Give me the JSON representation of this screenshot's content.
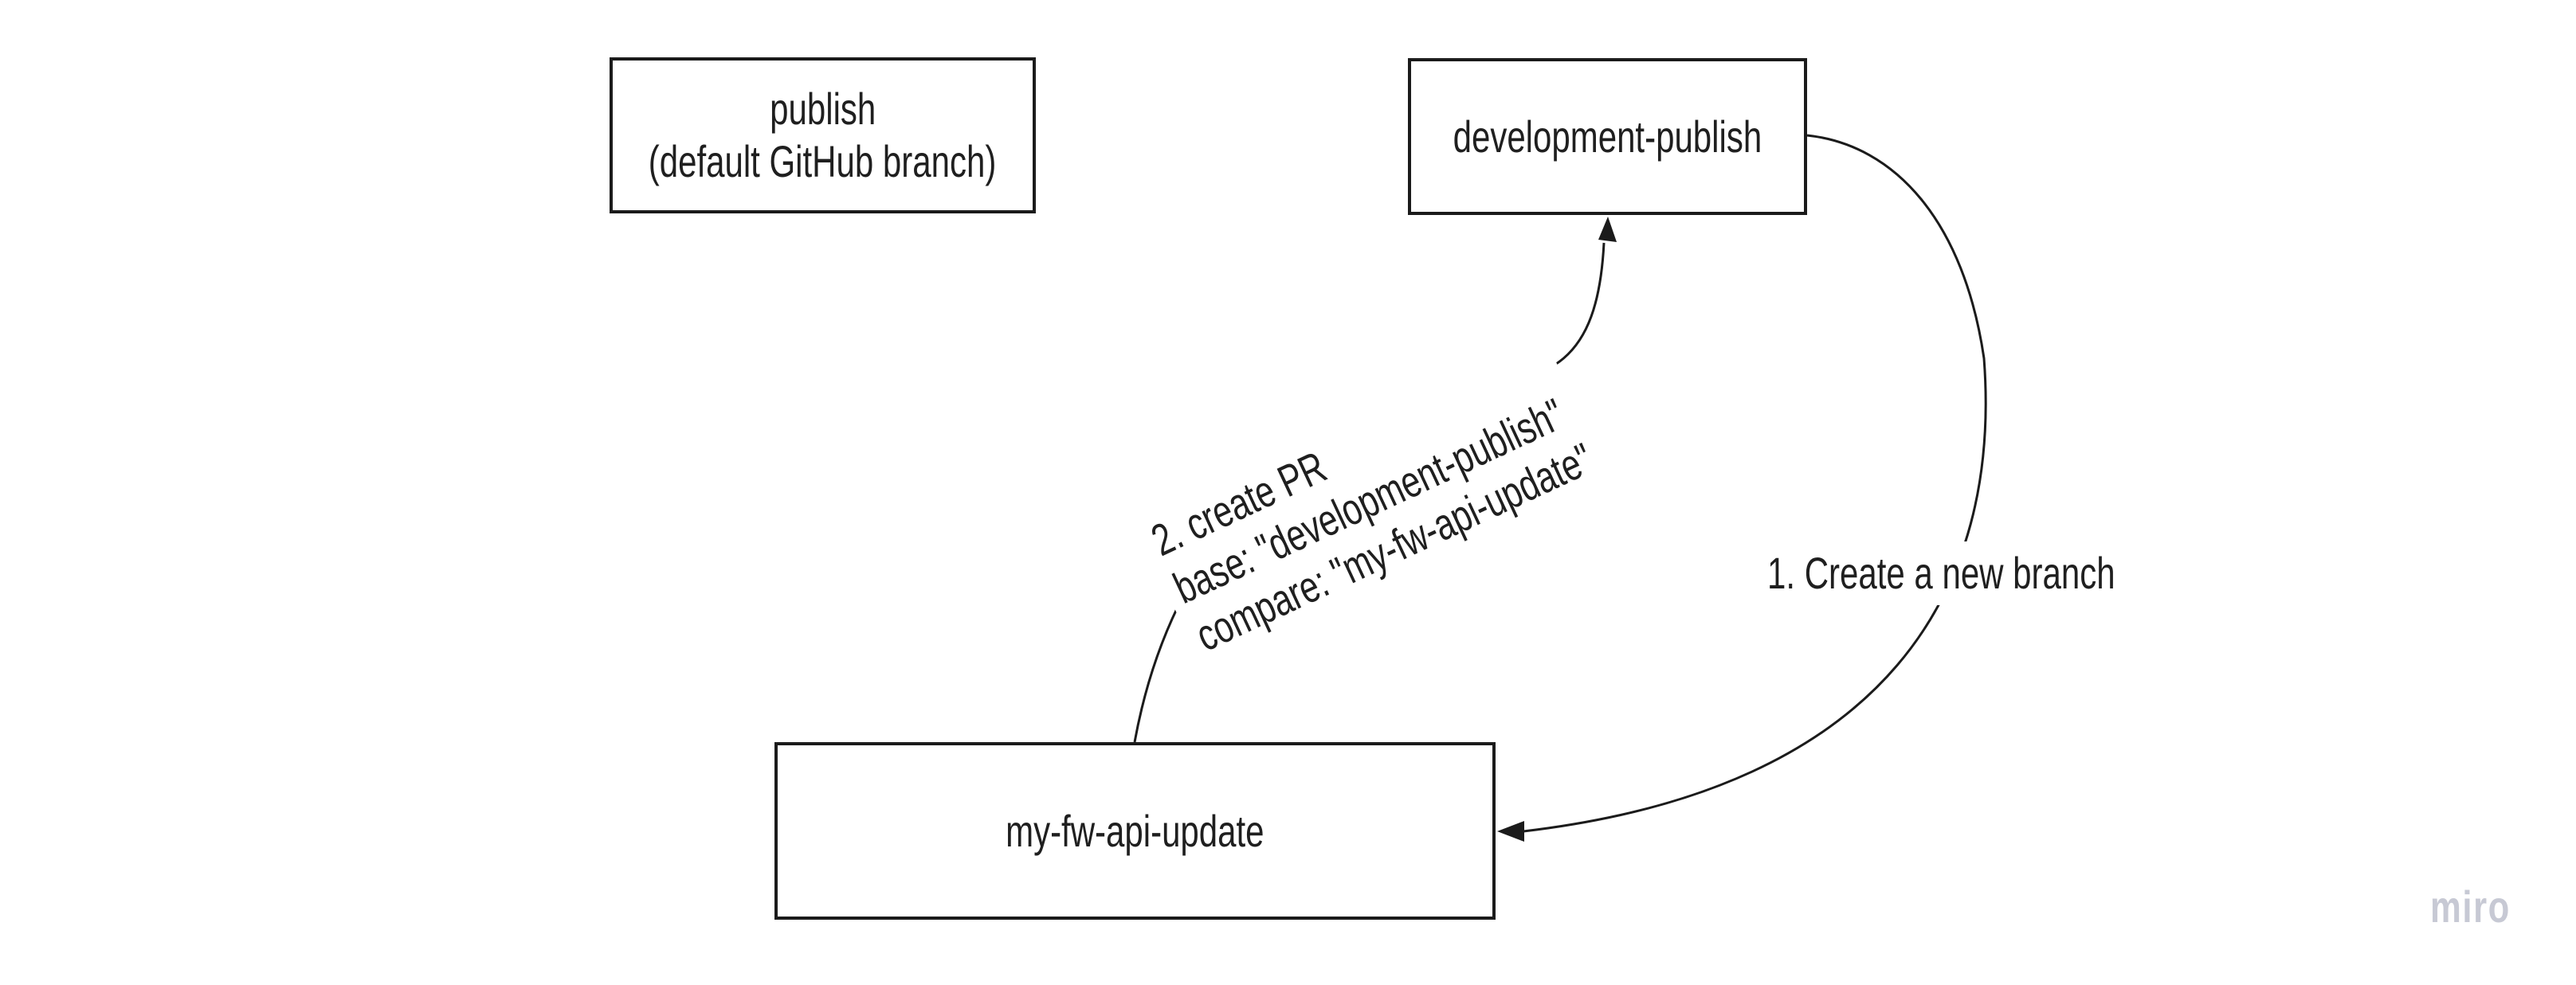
{
  "diagram": {
    "nodes": [
      {
        "id": "publish",
        "title": "publish",
        "subtitle": "(default GitHub branch)"
      },
      {
        "id": "development-publish",
        "title": "development-publish"
      },
      {
        "id": "my-fw-api-update",
        "title": "my-fw-api-update"
      }
    ],
    "edges": [
      {
        "id": "create-branch",
        "from": "development-publish",
        "to": "my-fw-api-update",
        "label": "1. Create a new branch"
      },
      {
        "id": "create-pr",
        "from": "my-fw-api-update",
        "to": "development-publish",
        "label_lines": [
          "2. create PR",
          "base: \"development-publish\"",
          "compare: \"my-fw-api-update\""
        ]
      }
    ]
  },
  "watermark": {
    "text": "miro",
    "color": "#c7c9d4"
  },
  "colors": {
    "ink": "#1b1b1b",
    "background": "#ffffff"
  }
}
